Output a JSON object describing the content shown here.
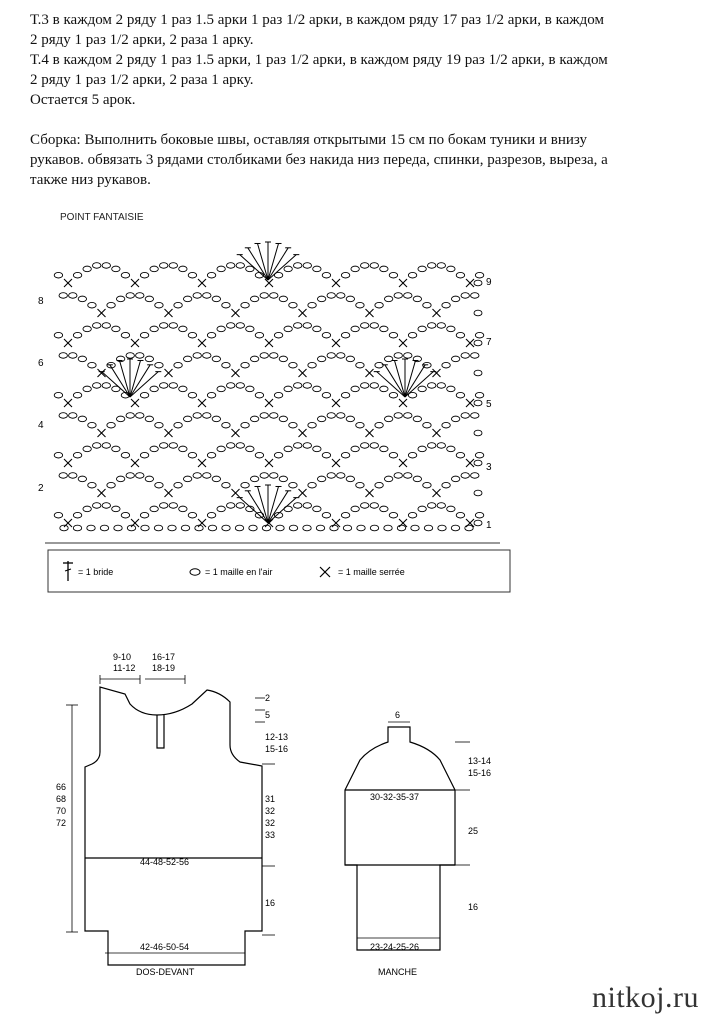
{
  "instructions": {
    "lines": [
      "Т.3 в каждом 2 ряду 1 раз 1.5 арки 1 раз 1/2 арки, в каждом ряду 17 раз 1/2 арки, в каждом",
      "2 ряду 1 раз 1/2 арки, 2 раза 1 арку.",
      "Т.4 в каждом 2 ряду 1 раз 1.5 арки, 1 раз 1/2 арки, в каждом ряду 19 раз 1/2 арки, в каждом",
      "2 ряду 1 раз 1/2 арки, 2 раза 1 арку.",
      "Остается 5 арок."
    ],
    "assembly_lines": [
      "Сборка: Выполнить боковые швы, оставляя открытыми 15 см по бокам туники и внизу",
      "рукавов. обвязать 3 рядами столбиками без накида низ переда, спинки, разрезов, выреза, а",
      "также низ рукавов."
    ]
  },
  "stitch_chart": {
    "title": "POINT FANTAISIE",
    "left_row_numbers": [
      "8",
      "6",
      "4",
      "2"
    ],
    "right_row_numbers": [
      "9",
      "7",
      "5",
      "3",
      "1"
    ],
    "legend": {
      "bride": "= 1 bride",
      "chain": "= 1 maille en l'air",
      "sc": "= 1 maille serrée"
    }
  },
  "schematic": {
    "front_back": {
      "label": "DOS-DEVANT",
      "top_left": [
        "9-10",
        "11-12"
      ],
      "top_neck": [
        "16-17",
        "18-19"
      ],
      "right_dims": [
        "2",
        "5",
        "12-13",
        "15-16",
        "31",
        "32",
        "32",
        "33",
        "16"
      ],
      "left_dims": [
        "66",
        "68",
        "70",
        "72"
      ],
      "waist": "44-48-52-56",
      "bottom": "42-46-50-54"
    },
    "sleeve": {
      "label": "MANCHE",
      "top": "6",
      "upper": "30-32-35-37",
      "right_dims": [
        "13-14",
        "15-16",
        "25",
        "16"
      ],
      "bottom": "23-24-25-26"
    }
  },
  "watermark": "nitkoj.ru"
}
